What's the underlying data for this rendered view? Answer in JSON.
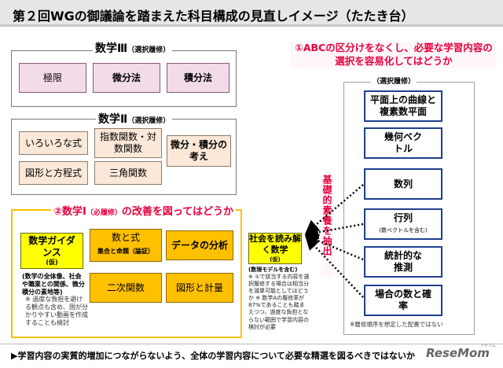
{
  "title": "第２回WGの御議論を踏まえた科目構成の見直しイメージ（たたき台）",
  "math3": {
    "heading": "数学Ⅲ",
    "note": "（選択履修）",
    "items": [
      "極限",
      "微分法",
      "積分法"
    ]
  },
  "math2": {
    "heading": "数学Ⅱ",
    "note": "（選択履修）",
    "items": [
      "いろいろな式",
      "指数関数・対数関数",
      "図形と方程式",
      "三角関数"
    ],
    "highlight": "微分・積分の考え"
  },
  "math1": {
    "heading": "②数学Ⅰ",
    "note": "（必履修）",
    "heading_suffix": "の改善を図ってはどうか",
    "guidance": "数学ガイダンス",
    "guidance_suffix": "(仮)",
    "guidance_desc": "(数学の全体像、社会や職業との関係、微分積分の素地等)",
    "guidance_note": "※ 過度な負担を避ける観点も含め、国が分かりやすい動画を作成することも検討",
    "numbers": "数と式",
    "numbers_sub": "集合と命題（論証）",
    "data_analysis": "データの分析",
    "quadratic": "二次関数",
    "figures": "図形と計量",
    "society": "社会を読み解く数学",
    "society_suffix": "(仮)",
    "society_sub": "(数理モデルを含む)",
    "society_note": "※ ①で該当する内容を選択履修する場合は相当分を減単可能としてはどうか ※ 数学Aの履修率が87%であることも踏まえつつ、過度な負担とならない範囲で学習内容の検討が必要"
  },
  "right": {
    "heading": "①ABCの区分けをなくし、必要な学習内容の選択を容易化してはどうか",
    "note": "（選択履修）",
    "items": [
      {
        "label": "平面上の曲線と複素数平面",
        "sub": ""
      },
      {
        "label": "幾何ベクトル",
        "sub": ""
      },
      {
        "label": "数列",
        "sub": ""
      },
      {
        "label": "行列",
        "sub": "(数ベクトルを含む)"
      },
      {
        "label": "統計的な推測",
        "sub": ""
      },
      {
        "label": "場合の数と確率",
        "sub": ""
      }
    ],
    "foundation": "基礎的素養を抽出",
    "order_note": "※履修順序を想定した配置ではない"
  },
  "footer": "▶学習内容の実質的増加につながらないよう、全体の学習内容について必要な精選を図るべきではないか",
  "logo": "ReseMom",
  "logo_small": "リセマム"
}
